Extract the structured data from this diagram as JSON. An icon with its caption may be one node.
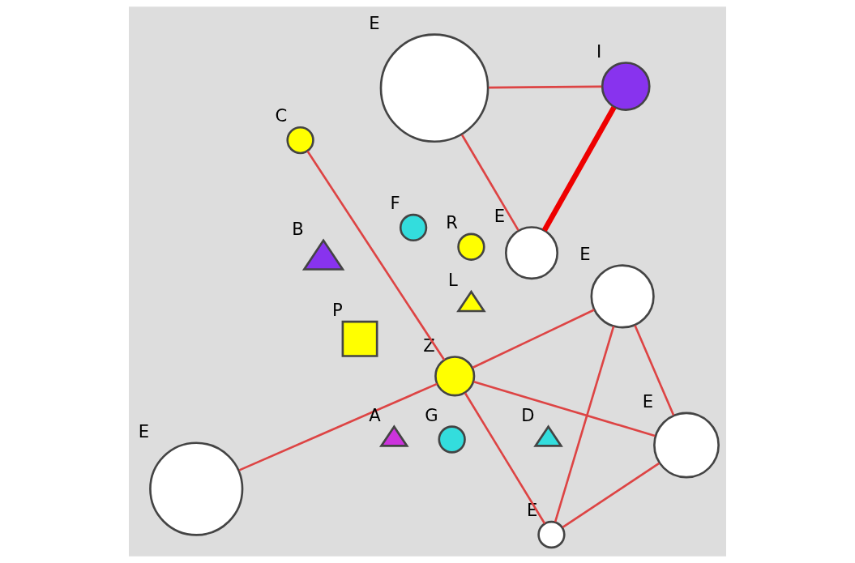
{
  "diagram": {
    "nodes": [
      {
        "text": [],
        "shape": "circle",
        "beside": [
          "E"
        ]
      },
      {
        "text": [],
        "shape": "circle",
        "beside": [
          "E"
        ]
      },
      {
        "text": [],
        "shape": "circle",
        "beside": [
          "E"
        ]
      },
      {
        "text": [],
        "shape": "circle",
        "beside": [
          "E"
        ]
      },
      {
        "text": [],
        "shape": "circle",
        "beside": [
          "Z"
        ]
      },
      {
        "text": [],
        "shape": "triangle",
        "beside": [
          "L"
        ]
      },
      {
        "text": [],
        "shape": "circle",
        "beside": [
          "R"
        ]
      },
      {
        "text": [],
        "shape": "box",
        "beside": [
          "P"
        ]
      },
      {
        "text": [],
        "shape": "circle",
        "beside": [
          "C"
        ]
      },
      {
        "text": [],
        "shape": "triangle",
        "beside": [
          "B"
        ]
      },
      {
        "text": [],
        "shape": "circle",
        "beside": [
          "E"
        ]
      },
      {
        "text": [],
        "shape": "circle",
        "beside": [
          "I"
        ]
      },
      {
        "text": [],
        "shape": "circle",
        "beside": [
          "E"
        ]
      },
      {
        "text": [],
        "shape": "circle",
        "beside": [
          "F"
        ]
      },
      {
        "text": [],
        "shape": "circle",
        "beside": [
          "G"
        ]
      },
      {
        "text": [],
        "shape": "triangle",
        "beside": [
          "D"
        ]
      },
      {
        "text": [],
        "shape": "triangle",
        "beside": [
          "A"
        ]
      }
    ],
    "edges": [
      {
        "from": 4,
        "to": 0,
        "arrow": "none"
      },
      {
        "from": 4,
        "to": 1,
        "arrow": "none"
      },
      {
        "from": 4,
        "to": 2,
        "arrow": "none"
      },
      {
        "from": 4,
        "to": 3,
        "arrow": "none"
      },
      {
        "from": 1,
        "to": 2,
        "arrow": "none"
      },
      {
        "from": 1,
        "to": 3,
        "arrow": "none"
      },
      {
        "from": 2,
        "to": 3,
        "arrow": "none"
      },
      {
        "from": 4,
        "to": 8,
        "arrow": "none"
      },
      {
        "from": 10,
        "to": 11,
        "arrow": "none"
      },
      {
        "from": 10,
        "to": 12,
        "arrow": "none"
      },
      {
        "from": 11,
        "to": 12,
        "arrow": "none",
        "style": "thick"
      }
    ]
  }
}
